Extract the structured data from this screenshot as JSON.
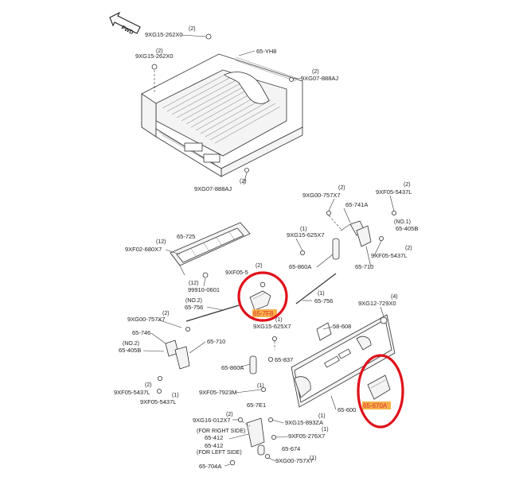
{
  "orientation": {
    "fwd_label": "FWD"
  },
  "labels": {
    "bedliner": "65-YH8",
    "bolt_top_qty": "(2)",
    "bolt_top": "9XG15-262X0",
    "bolt_left_qty": "(2)",
    "bolt_left": "9XG15-262X0",
    "screw_right_qty": "(2)",
    "screw_right": "9XG07-888AJ",
    "screw_bottom_qty": "(2)",
    "screw_bottom": "9XG07-888AJ",
    "hinge_screw_qty": "(2)",
    "hinge_screw": "9XG00-757X7",
    "screw_r1_qty": "(2)",
    "screw_r1": "9XF05-5437L",
    "support_r": "65-741A",
    "noi_r_qty": "(NO.1)",
    "noi_r": "65-405B",
    "bolt_r_qty": "(1)",
    "bolt_r": "9XG15-625X7",
    "screw_r2_qty": "(2)",
    "screw_r2": "9XF05-5437L",
    "cable_r": "65-860A",
    "hinge_r": "65-710",
    "protector": "65-725",
    "rivet_qty": "(12)",
    "rivet": "9XF02-680X7",
    "clip_qty": "(12)",
    "clip": "99910-0601",
    "screw_c_qty": "(2)",
    "screw_c": "9XF05-5",
    "latch_rod_hl": "65-7F8",
    "rod_right_qty": "(1)",
    "rod_right": "65-756",
    "rod_left_qty": "(NO.2)",
    "rod_left": "65-756",
    "bolt_c_qty": "(1)",
    "bolt_c": "9XG15-625X7",
    "bumper_qty": "(4)",
    "bumper": "9XG12-729X0",
    "seal": "58-608",
    "screw_l_qty": "(2)",
    "screw_l": "9XG00-757X7",
    "handle_l": "65-746",
    "noii_l_qty": "(NO.2)",
    "noii_l": "65-405B",
    "hinge_l": "65-710",
    "cable_l": "65-860A",
    "pin": "65-837",
    "screw_l2_qty": "(2)",
    "screw_l2": "9XF05-5437L",
    "screw_l3_qty": "(1)",
    "screw_l3": "9XF05-5437L",
    "screw_h_qty": "(1)",
    "screw_h": "9XF05-7923M",
    "tailgate": "65-600",
    "handle_hl": "65-670A",
    "bracket": "65-7E1",
    "bolt_b_qty": "(2)",
    "bolt_b": "9XG16-012X7",
    "for_right": "(FOR RIGHT SIDE)",
    "lh_412r": "65-412",
    "for_left": "(FOR LEFT SIDE)",
    "lh_412l": "65-412",
    "bolt_b2_qty": "(1)",
    "bolt_b2": "9XG15-893ZA",
    "screw_b3_qty": "(1)",
    "screw_b3": "9XF05-276X7",
    "part_674": "65-674",
    "part_704": "65-704A",
    "bolt_b4_qty": "(1)",
    "bolt_b4": "9XG00-757X7"
  },
  "colors": {
    "highlight_ring": "#e0101a",
    "highlight_fill": "#f5b04a",
    "highlight_text": "#e03030"
  }
}
